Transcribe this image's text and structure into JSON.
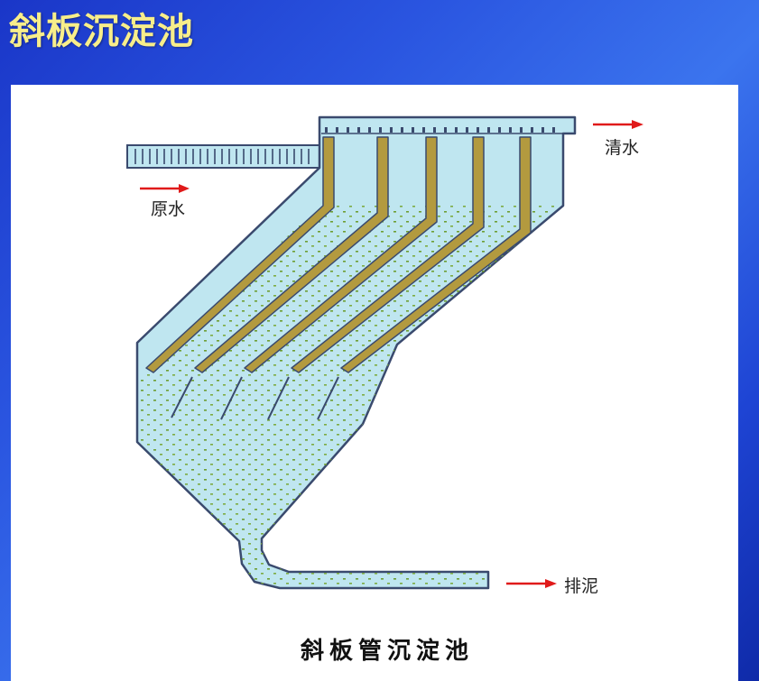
{
  "slide_title": "斜板沉淀池",
  "labels": {
    "raw_water": "原水",
    "clear_water": "清水",
    "sludge_discharge": "排泥"
  },
  "caption": "斜板管沉淀池",
  "colors": {
    "water": "#bfe6f0",
    "outline": "#3a4a6e",
    "plate": "#b39a3f",
    "arrow": "#e01a1a",
    "title": "#f8ee8a",
    "sediment": "#6a9a2a"
  }
}
